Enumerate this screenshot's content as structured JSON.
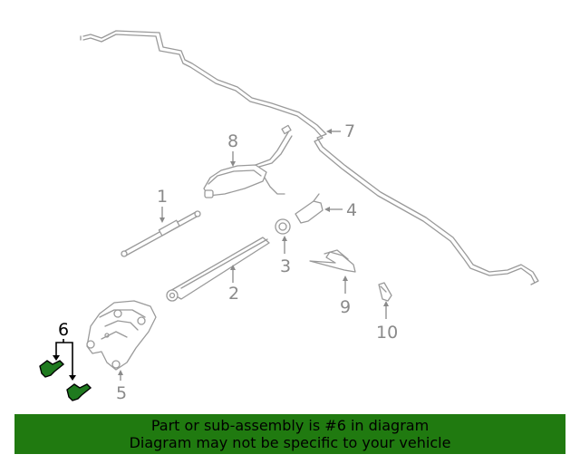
{
  "diagram": {
    "callouts": {
      "c1": "1",
      "c2": "2",
      "c3": "3",
      "c4": "4",
      "c5": "5",
      "c6": "6",
      "c7": "7",
      "c8": "8",
      "c9": "9",
      "c10": "10"
    },
    "highlighted_part": "6",
    "highlight_color": "#1f7a1f",
    "callout_color": "#8a8a8a"
  },
  "banner": {
    "line1": "Part or sub-assembly is #6 in diagram",
    "line2": "Diagram may not be specific to your vehicle",
    "background": "#207a10"
  }
}
